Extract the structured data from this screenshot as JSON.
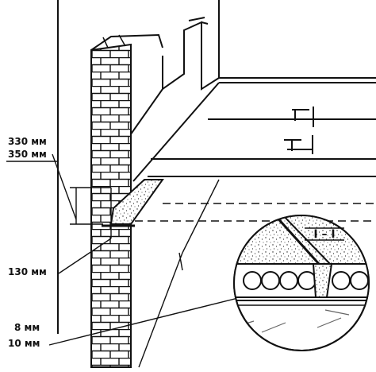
{
  "labels": {
    "dim_330": "330 мм",
    "dim_350": "350 мм",
    "dim_130": "130 мм",
    "dim_8": "8 мм",
    "dim_10": "10 мм",
    "section": "I – I"
  },
  "colors": {
    "ink": "#111111",
    "background": "#ffffff"
  }
}
